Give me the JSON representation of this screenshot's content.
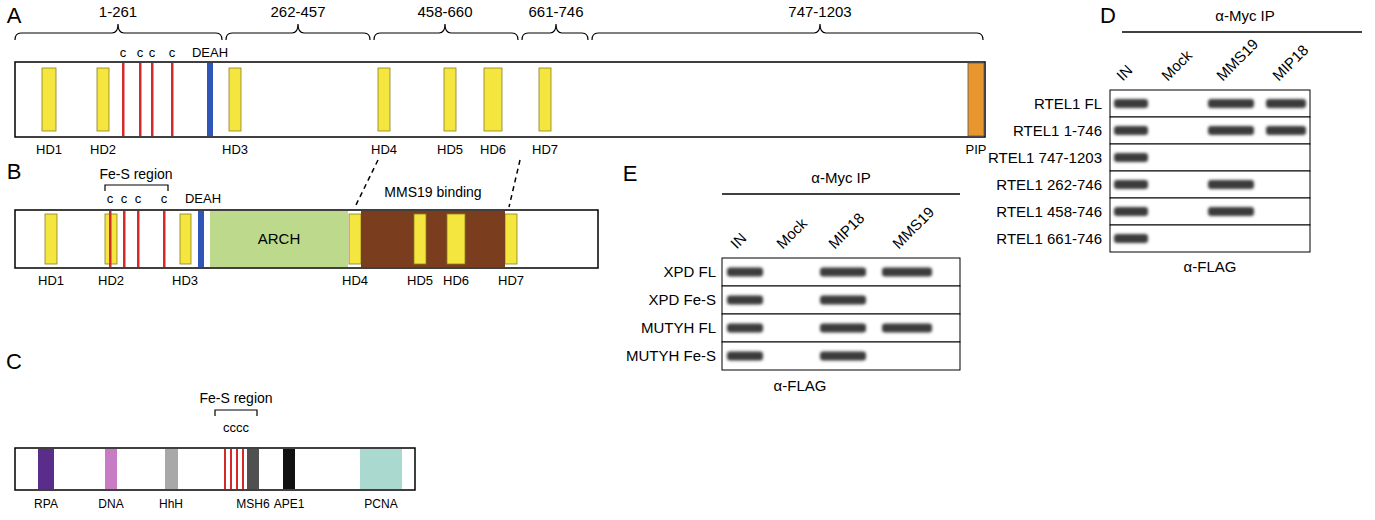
{
  "diagram": {
    "nodes": [
      {
        "text": [
          "ARCH"
        ]
      },
      {
        "text": [
          "MMS19 binding"
        ]
      }
    ],
    "labels": [
      "A",
      "1-261",
      "262-457",
      "458-660",
      "661-746",
      "747-1203",
      "c",
      "c",
      "c",
      "c",
      "DEAH",
      "HD1",
      "HD2",
      "HD3",
      "HD4",
      "HD5",
      "HD6",
      "HD7",
      "PIP",
      "B",
      "Fe-S region",
      "c",
      "c",
      "c",
      "c",
      "DEAH",
      "HD1",
      "HD2",
      "HD3",
      "HD4",
      "HD5",
      "HD6",
      "HD7",
      "C",
      "Fe-S region",
      "cccc",
      "RPA",
      "DNA",
      "HhH",
      "MSH6",
      "APE1",
      "PCNA",
      "D",
      "α-Myc IP",
      "IN",
      "Mock",
      "MMS19",
      "MIP18",
      "RTEL1 FL",
      "RTEL1 1-746",
      "RTEL1 747-1203",
      "RTEL1 262-746",
      "RTEL1 458-746",
      "RTEL1 661-746",
      "α-FLAG",
      "E",
      "α-Myc IP",
      "IN",
      "Mock",
      "MIP18",
      "MMS19",
      "XPD FL",
      "XPD Fe-S",
      "MUTYH FL",
      "MUTYH Fe-S",
      "α-FLAG"
    ]
  }
}
